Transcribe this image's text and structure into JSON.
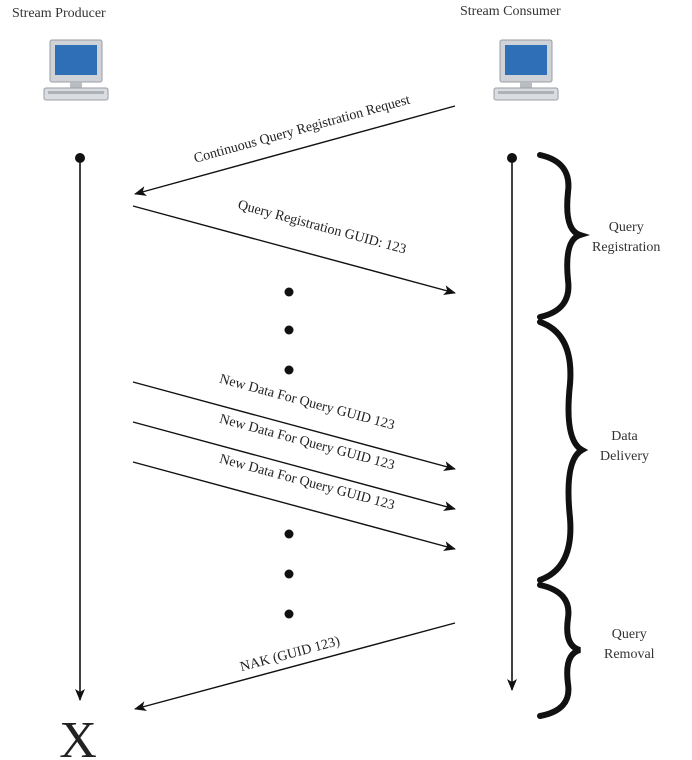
{
  "actors": {
    "producer": {
      "label": "Stream Producer",
      "icon": "computer-icon"
    },
    "consumer": {
      "label": "Stream Consumer",
      "icon": "computer-icon"
    }
  },
  "messages": [
    {
      "label": "Continuous Query Registration Request",
      "direction": "consumer-to-producer"
    },
    {
      "label": "Query Registration GUID: 123",
      "direction": "producer-to-consumer"
    },
    {
      "label": "New Data For Query GUID 123",
      "direction": "producer-to-consumer"
    },
    {
      "label": "New Data For Query GUID 123",
      "direction": "producer-to-consumer"
    },
    {
      "label": "New Data For Query GUID 123",
      "direction": "producer-to-consumer"
    },
    {
      "label": "NAK (GUID 123)",
      "direction": "consumer-to-producer"
    }
  ],
  "phases": [
    {
      "line1": "Query",
      "line2": "Registration"
    },
    {
      "line1": "Data",
      "line2": "Delivery"
    },
    {
      "line1": "Query",
      "line2": "Removal"
    }
  ],
  "terminator": "X",
  "colors": {
    "line": "#111111",
    "monitor": "#2f6fb8",
    "computer_body": "#c9ccd0"
  }
}
